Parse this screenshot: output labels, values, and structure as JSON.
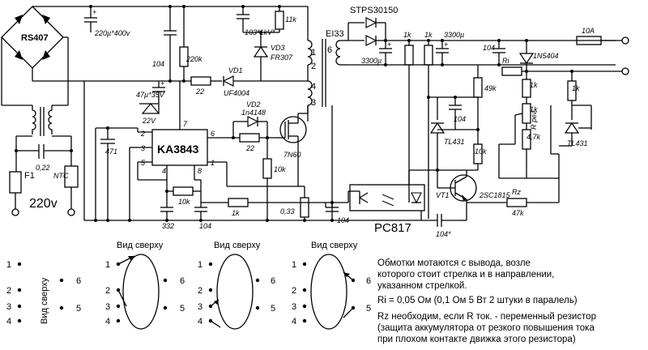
{
  "components": {
    "bridge": "RS407",
    "cap_bulk": "220µ*400v",
    "cap_snubber": "103*1kV*",
    "res_snubber": "11k",
    "vd3": "VD3",
    "vd3_type": "FR307",
    "schottky": "STPS30150",
    "transformer": "EI33",
    "cap_out1": "3300µ",
    "cap_out2": "3300µ",
    "r_1k_a": "1k",
    "r_1k_b": "1k",
    "fuse_out": "10A",
    "cap_104_a": "104",
    "r_220k": "220k",
    "vd1": "VD1",
    "vd1_type": "UF4004",
    "r_22_a": "22",
    "cap_47u": "47µ*35V",
    "zener_22v": "22V",
    "vd2": "VD2",
    "vd2_type": "1n4148",
    "r_22_b": "22",
    "mosfet": "7N60",
    "ic": "KA3843",
    "cap_471": "471",
    "r_10k_gate": "10k",
    "r_10k_rc": "10k",
    "cap_332": "332",
    "cap_104_b": "104",
    "r_1k_fb": "1k",
    "r_sense": "0,33",
    "cap_104_c": "104",
    "optocoupler": "PC817",
    "cap_104_out": "104*",
    "cap_104_tl": "104",
    "r_49k": "49k",
    "tl431_a": "TL431",
    "r_10k_tl": "10k",
    "r_ri": "Ri",
    "cap_104_ri": "104",
    "diode_1n5404": "1N5404",
    "r_1k_c": "1k",
    "r_1k_reg": "1k",
    "r_reg_label": "R рег.",
    "r_4k7": "4,7k",
    "r_1k_d": "1k",
    "tl431_b": "TL431",
    "vt1": "VT1",
    "vt1_type": "2SC1815",
    "rz": "Rz",
    "r_47k": "47k",
    "fuse_in": "F1",
    "cap_022": "0,22",
    "ntc": "NTC",
    "mains": "220v",
    "pin2": "2",
    "pin3": "3",
    "pin5": "5",
    "pin4": "4",
    "pin8": "8",
    "pin1": "1",
    "pin6": "6",
    "pin7": "7",
    "t_pin6": "6",
    "t_pin1": "1",
    "t_pin2": "2",
    "t_pin4": "4",
    "t_pin3": "3"
  },
  "views": {
    "title": "Вид сверху",
    "side_label": "Вид сверху",
    "left_pins": [
      "1",
      "2",
      "3",
      "4"
    ],
    "right_pins": [
      "6",
      "5"
    ]
  },
  "notes": {
    "line1": "Обмотки мотаются с вывода, возле",
    "line2": "которого стоит стрелка и в направлении,",
    "line3": "указанном стрелкой.",
    "line4": "Ri = 0,05 Ом (0,1 Ом 5 Вт 2 штуки в паралель)",
    "line5": "Rz необходим, если R ток. - переменный резистор",
    "line6": "(защита аккумулятора от резкого повышения тока",
    "line7": "при плохом контакте движка этого резистора)"
  }
}
